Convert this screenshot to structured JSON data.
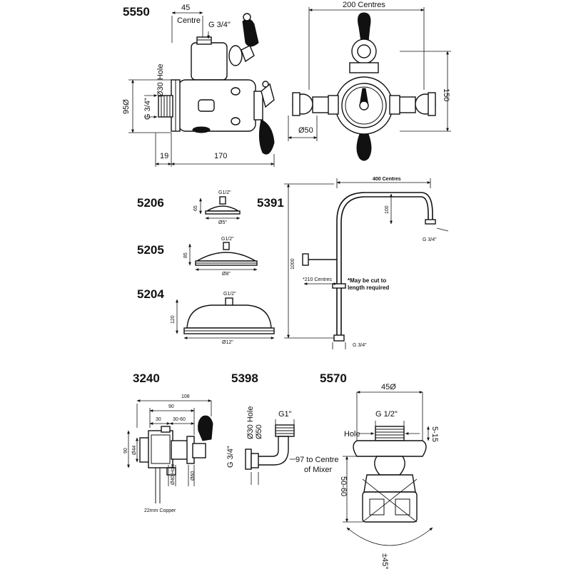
{
  "products": {
    "p5550": {
      "code": "5550",
      "dims": {
        "d45": "45",
        "centre": "Centre",
        "g34": "G 3/4\"",
        "hole30": "Ø30 Hole",
        "d95": "95Ø",
        "g34side": "G 3/4\"",
        "d19": "19",
        "d170": "170",
        "centres200": "200 Centres",
        "d150": "150",
        "d50": "Ø50"
      }
    },
    "p5206": {
      "code": "5206",
      "dims": {
        "g": "G1/2\"",
        "h": "65",
        "d": "Ø5\""
      }
    },
    "p5205": {
      "code": "5205",
      "dims": {
        "g": "G1/2\"",
        "h": "85",
        "d": "Ø8\""
      }
    },
    "p5204": {
      "code": "5204",
      "dims": {
        "g": "G1/2\"",
        "h": "120",
        "d": "Ø12\""
      }
    },
    "p5391": {
      "code": "5391",
      "dims": {
        "centres400": "400 Centres",
        "d100": "100",
        "g34top": "G 3/4\"",
        "d1000": "1000",
        "centres210": "*210 Centres",
        "g34bottom": "G 3/4\""
      },
      "note_line1": "*May be cut to",
      "note_line2": "length required"
    },
    "p3240": {
      "code": "3240",
      "dims": {
        "d108": "108",
        "d90": "90",
        "d30": "30",
        "d3060": "30-60",
        "d44": "Ø44",
        "hole40": "Ø40 Hole",
        "d60": "Ø60",
        "copper": "22mm Copper",
        "h90": "90"
      }
    },
    "p5398": {
      "code": "5398",
      "dims": {
        "g1": "G1\"",
        "hole30": "Ø30 Hole",
        "d50": "Ø50",
        "g34": "G 3/4\"",
        "centre97": "97 to Centre",
        "ofmixer": "of Mixer"
      }
    },
    "p5570": {
      "code": "5570",
      "dims": {
        "d45": "45Ø",
        "g12": "G 1/2\"",
        "hole": "Hole",
        "d515": "5-15",
        "d5060": "50-60",
        "angle": "±45°"
      }
    }
  }
}
